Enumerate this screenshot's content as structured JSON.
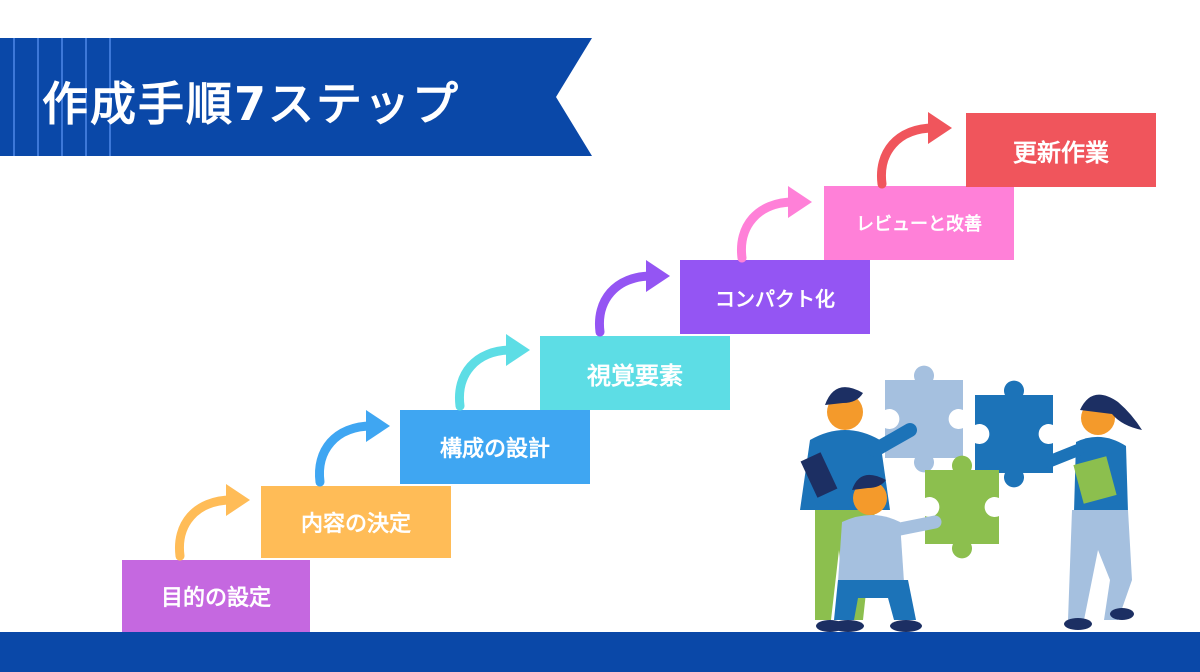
{
  "title": "作成手順7ステップ",
  "colors": {
    "banner": "#0a48a8",
    "floor": "#0a48a8"
  },
  "steps": [
    {
      "label": "目的の設定",
      "color": "#c568e0"
    },
    {
      "label": "内容の決定",
      "color": "#ffbc57"
    },
    {
      "label": "構成の設計",
      "color": "#3fa6f2"
    },
    {
      "label": "視覚要素",
      "color": "#5ddde5"
    },
    {
      "label": "コンパクト化",
      "color": "#9455f3"
    },
    {
      "label": "レビューと改善",
      "color": "#ff80d8"
    },
    {
      "label": "更新作業",
      "color": "#f0555c"
    }
  ],
  "illustration": {
    "icons": [
      "puzzle-piece-icon",
      "person-icon"
    ]
  }
}
